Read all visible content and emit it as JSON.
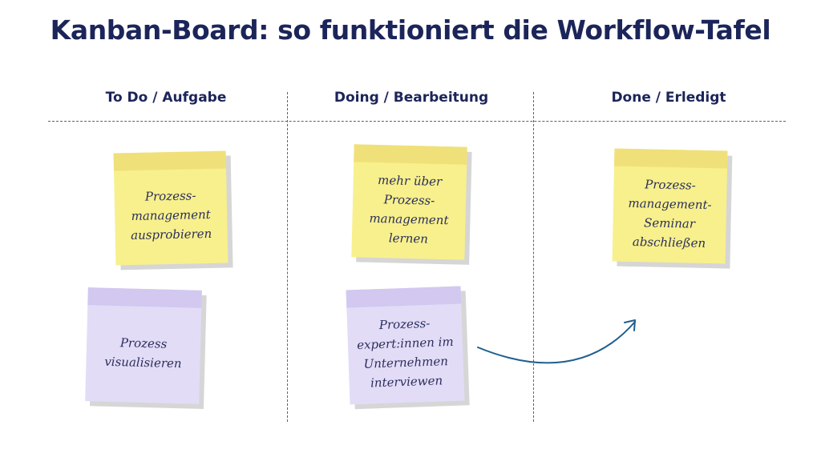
{
  "title": "Kanban-Board: so funktioniert die Workflow-Tafel",
  "columns": [
    {
      "label": "To Do / Aufgabe"
    },
    {
      "label": "Doing / Bearbeitung"
    },
    {
      "label": "Done / Erledigt"
    }
  ],
  "notes": [
    {
      "text": "Prozess-\nmanagement\nausprobieren",
      "color": "yellow"
    },
    {
      "text": "Prozess\nvisualisieren",
      "color": "purple"
    },
    {
      "text": "mehr über\nProzess-\nmanagement\nlernen",
      "color": "yellow"
    },
    {
      "text": "Prozess-\nexpert:innen im\nUnternehmen\ninterviewen",
      "color": "purple"
    },
    {
      "text": "Prozess-\nmanagement-\nSeminar\nabschließen",
      "color": "yellow"
    }
  ],
  "colors": {
    "title": "#1b2559",
    "yellow_note": "#f8f08c",
    "purple_note": "#e3dcf7",
    "arrow": "#1f5f8f"
  }
}
